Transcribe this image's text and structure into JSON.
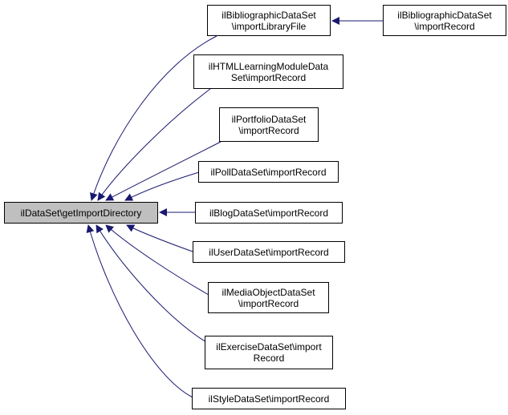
{
  "colors": {
    "edge": "#191970",
    "root_fill": "#bfbfbf",
    "node_fill": "#ffffff",
    "border": "#000000"
  },
  "nodes": [
    {
      "id": "root",
      "lines": [
        "ilDataSet\\getImportDirectory"
      ]
    },
    {
      "id": "bib1",
      "lines": [
        "ilBibliographicDataSet",
        "\\importLibraryFile"
      ]
    },
    {
      "id": "bib2",
      "lines": [
        "ilBibliographicDataSet",
        "\\importRecord"
      ]
    },
    {
      "id": "html",
      "lines": [
        "ilHTMLLearningModuleData",
        "Set\\importRecord"
      ]
    },
    {
      "id": "port",
      "lines": [
        "ilPortfolioDataSet",
        "\\importRecord"
      ]
    },
    {
      "id": "poll",
      "lines": [
        "ilPollDataSet\\importRecord"
      ]
    },
    {
      "id": "blog",
      "lines": [
        "ilBlogDataSet\\importRecord"
      ]
    },
    {
      "id": "user",
      "lines": [
        "ilUserDataSet\\importRecord"
      ]
    },
    {
      "id": "media",
      "lines": [
        "ilMediaObjectDataSet",
        "\\importRecord"
      ]
    },
    {
      "id": "exer",
      "lines": [
        "ilExerciseDataSet\\import",
        "Record"
      ]
    },
    {
      "id": "style",
      "lines": [
        "ilStyleDataSet\\importRecord"
      ]
    }
  ],
  "edges": [
    {
      "from": "bib2",
      "to": "bib1"
    },
    {
      "from": "bib1",
      "to": "root"
    },
    {
      "from": "html",
      "to": "root"
    },
    {
      "from": "port",
      "to": "root"
    },
    {
      "from": "poll",
      "to": "root"
    },
    {
      "from": "blog",
      "to": "root"
    },
    {
      "from": "user",
      "to": "root"
    },
    {
      "from": "media",
      "to": "root"
    },
    {
      "from": "exer",
      "to": "root"
    },
    {
      "from": "style",
      "to": "root"
    }
  ]
}
